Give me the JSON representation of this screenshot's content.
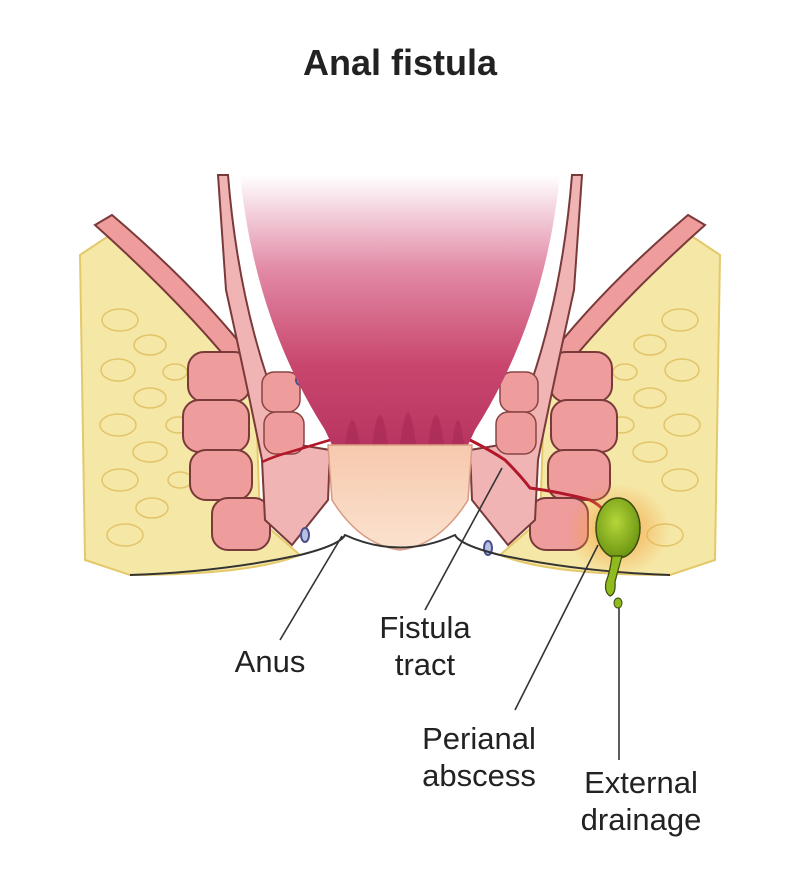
{
  "title": "Anal fistula",
  "labels": {
    "anus": "Anus",
    "fistula_tract": "Fistula\ntract",
    "perianal_abscess": "Perianal\nabscess",
    "external_drainage": "External\ndrainage"
  },
  "colors": {
    "fat": "#f5e7a6",
    "muscle": "#ee9c9c",
    "mucosa": "#c9476e",
    "abscess": "#8fbb1f",
    "tract": "#b3182a"
  }
}
